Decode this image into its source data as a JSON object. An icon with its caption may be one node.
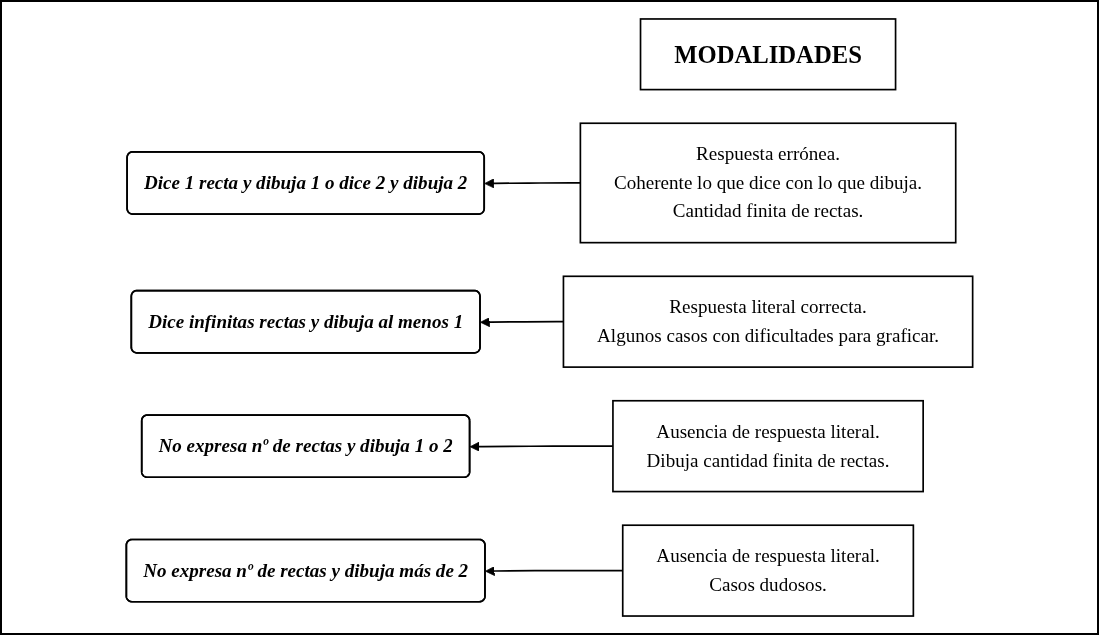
{
  "diagram": {
    "nodes": [
      {
        "text": [
          "MODALIDADES"
        ]
      },
      {
        "text": [
          "Dice 1 recta y dibuja 1 o dice 2 y dibuja 2"
        ]
      },
      {
        "text": [
          "Respuesta errónea.",
          "Coherente lo que dice con lo que dibuja.",
          "Cantidad finita de rectas."
        ]
      },
      {
        "text": [
          "Dice infinitas rectas y dibuja al menos 1"
        ]
      },
      {
        "text": [
          "Respuesta literal correcta.",
          "Algunos casos con dificultades para graficar."
        ]
      },
      {
        "text": [
          "No expresa nº de rectas y dibuja 1 o 2"
        ]
      },
      {
        "text": [
          "Ausencia de respuesta literal.",
          "Dibuja cantidad finita de rectas."
        ]
      },
      {
        "text": [
          "No expresa nº de rectas y dibuja más de 2"
        ]
      },
      {
        "text": [
          "Ausencia de respuesta literal.",
          "Casos dudosos."
        ]
      }
    ],
    "edges": [
      {
        "from": 2,
        "to": 1,
        "arrow": "to"
      },
      {
        "from": 4,
        "to": 3,
        "arrow": "to"
      },
      {
        "from": 6,
        "to": 5,
        "arrow": "to"
      },
      {
        "from": 8,
        "to": 7,
        "arrow": "to"
      }
    ]
  }
}
